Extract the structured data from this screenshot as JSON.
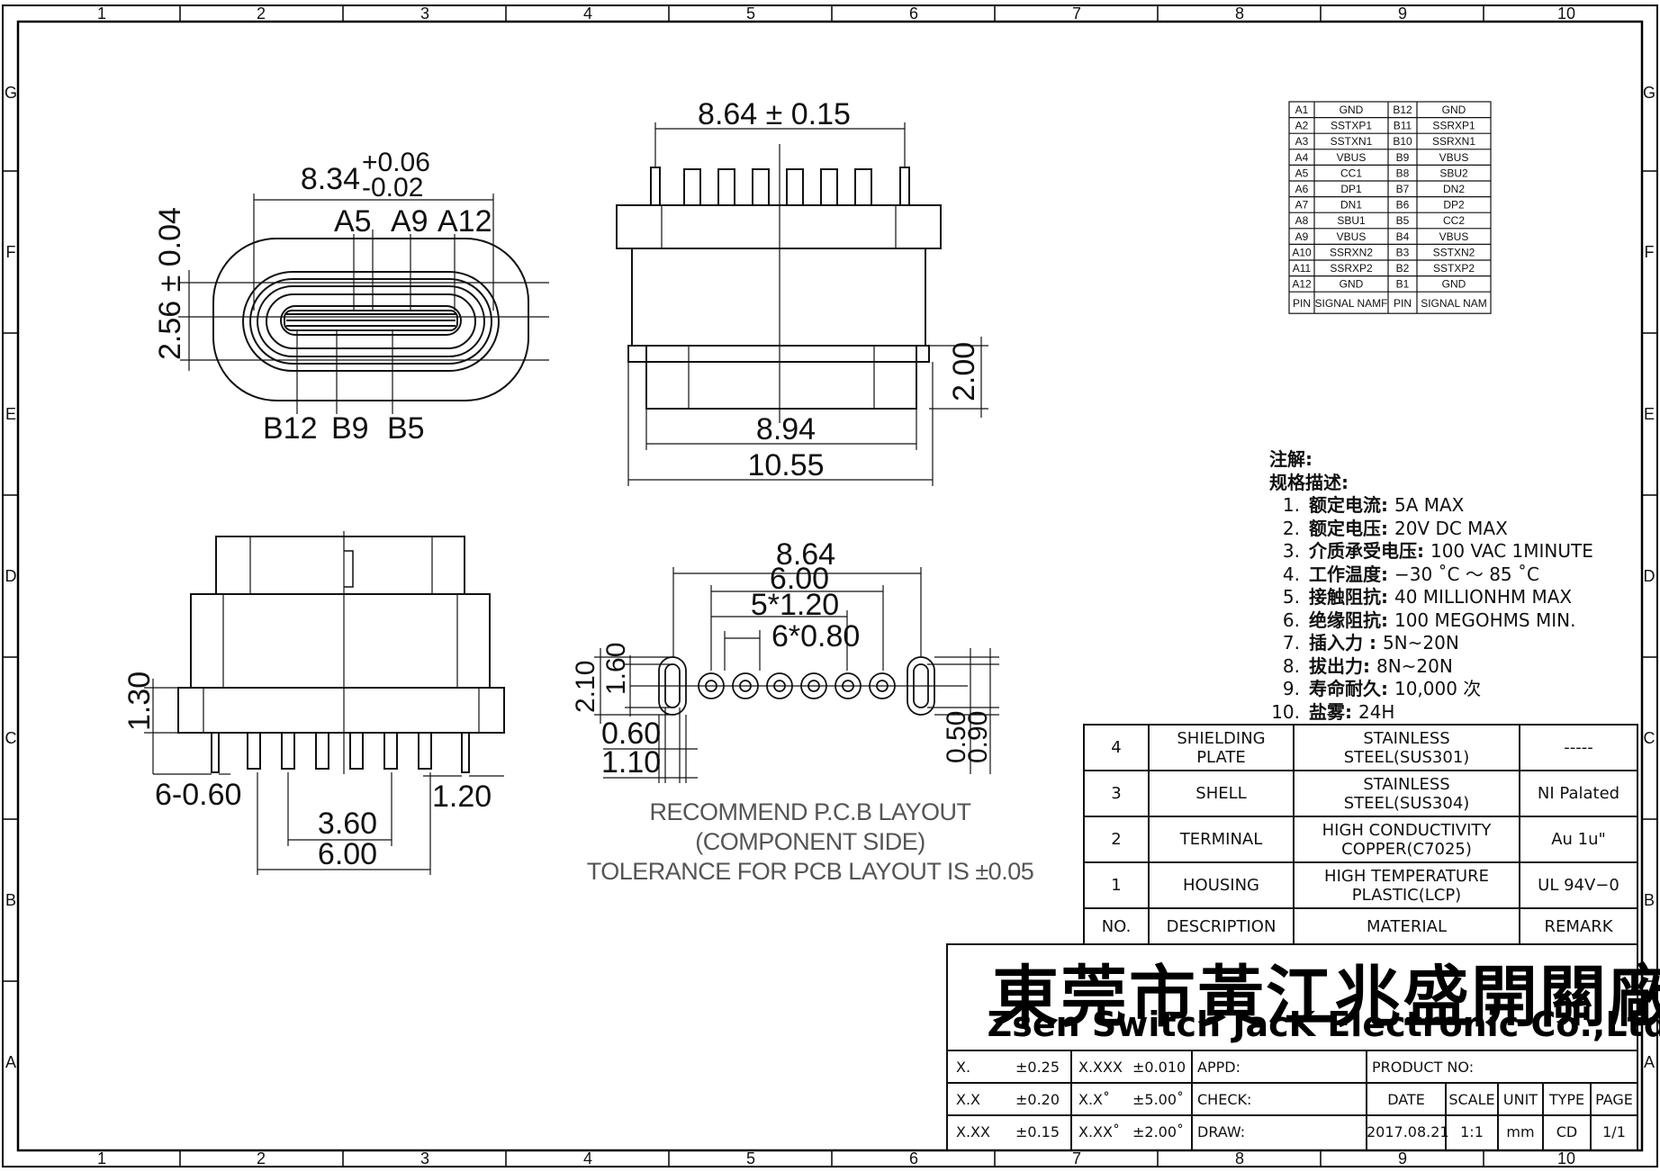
{
  "grid": {
    "columns": [
      "1",
      "2",
      "3",
      "4",
      "5",
      "6",
      "7",
      "8",
      "9",
      "10"
    ],
    "rows": [
      "G",
      "F",
      "E",
      "D",
      "C",
      "B",
      "A"
    ]
  },
  "front_view": {
    "width_dim": "8.34",
    "width_tol_upper": "+0.06",
    "width_tol_lower": "-0.02",
    "height_dim": "2.56 ± 0.04",
    "pins_top": [
      "A5",
      "A9",
      "A12"
    ],
    "pins_bottom": [
      "B12",
      "B9",
      "B5"
    ]
  },
  "top_view": {
    "dim_top": "8.64 ± 0.15",
    "dim_height": "2.00",
    "dim_inner": "8.94",
    "dim_outer": "10.55"
  },
  "side_view": {
    "dim_130": "1.30",
    "dim_pins": "6-0.60",
    "dim_120": "1.20",
    "dim_360": "3.60",
    "dim_600": "6.00"
  },
  "pcb_layout": {
    "dim_864": "8.64",
    "dim_600": "6.00",
    "dim_5x120": "5*1.20",
    "dim_6x080": "6*0.80",
    "dim_210": "2.10",
    "dim_160": "1.60",
    "dim_060": "0.60",
    "dim_110": "1.10",
    "dim_050": "0.50",
    "dim_090": "0.90",
    "caption": [
      "RECOMMEND P.C.B LAYOUT",
      "(COMPONENT SIDE)",
      "TOLERANCE FOR PCB LAYOUT IS ±0.05"
    ]
  },
  "pin_table": {
    "rows": [
      [
        "A1",
        "GND",
        "B12",
        "GND"
      ],
      [
        "A2",
        "SSTXP1",
        "B11",
        "SSRXP1"
      ],
      [
        "A3",
        "SSTXN1",
        "B10",
        "SSRXN1"
      ],
      [
        "A4",
        "VBUS",
        "B9",
        "VBUS"
      ],
      [
        "A5",
        "CC1",
        "B8",
        "SBU2"
      ],
      [
        "A6",
        "DP1",
        "B7",
        "DN2"
      ],
      [
        "A7",
        "DN1",
        "B6",
        "DP2"
      ],
      [
        "A8",
        "SBU1",
        "B5",
        "CC2"
      ],
      [
        "A9",
        "VBUS",
        "B4",
        "VBUS"
      ],
      [
        "A10",
        "SSRXN2",
        "B3",
        "SSTXN2"
      ],
      [
        "A11",
        "SSRXP2",
        "B2",
        "SSTXP2"
      ],
      [
        "A12",
        "GND",
        "B1",
        "GND"
      ]
    ],
    "footer": [
      "PIN",
      "SIGNAL NAMF",
      "PIN",
      "SIGNAL NAM"
    ]
  },
  "notes": {
    "title1": "注解:",
    "title2": "规格描述:",
    "items": [
      {
        "n": "1.",
        "k": "额定电流:",
        "v": "5A  MAX"
      },
      {
        "n": "2.",
        "k": "额定电压:",
        "v": "20V  DC  MAX"
      },
      {
        "n": "3.",
        "k": "介质承受电压:",
        "v": "100  VAC  1MINUTE"
      },
      {
        "n": "4.",
        "k": "工作温度:",
        "v": "−30  ˚C  ～  85  ˚C"
      },
      {
        "n": "5.",
        "k": "接触阻抗:",
        "v": "40  MILLIONHM  MAX"
      },
      {
        "n": "6.",
        "k": "绝缘阻抗:",
        "v": "100  MEGOHMS  MIN."
      },
      {
        "n": "7.",
        "k": "插入力 :",
        "v": "5N~20N"
      },
      {
        "n": "8.",
        "k": "拔出力:",
        "v": "8N~20N"
      },
      {
        "n": "9.",
        "k": "寿命耐久:",
        "v": "   10,000  次"
      },
      {
        "n": "10.",
        "k": "盐雾:",
        "v": "24H"
      }
    ]
  },
  "bom": {
    "rows": [
      {
        "no": "4",
        "desc": "SHIELDING PLATE",
        "material": "STAINLESS STEEL(SUS301)",
        "remark": "-----"
      },
      {
        "no": "3",
        "desc": "SHELL",
        "material": "STAINLESS STEEL(SUS304)",
        "remark": "NI Palated"
      },
      {
        "no": "2",
        "desc": "TERMINAL",
        "material": "HIGH  CONDUCTIVITY COPPER(C7025)",
        "remark": "Au  1u\""
      },
      {
        "no": "1",
        "desc": "HOUSING",
        "material": "HIGH  TEMPERATURE PLASTIC(LCP)",
        "remark": "UL  94V−0"
      }
    ],
    "header": {
      "no": "NO.",
      "desc": "DESCRIPTION",
      "material": "MATERIAL",
      "remark": "REMARK"
    }
  },
  "company": {
    "name_cn": "東莞市黃江兆盛開關廠",
    "name_en": "Zsen Switch JacK  Electronic Co.,Ltd."
  },
  "title_block": {
    "tol": [
      {
        "a": "X.",
        "b": "±0.25",
        "c": "X.XXX",
        "d": "±0.010"
      },
      {
        "a": "X.X",
        "b": "±0.20",
        "c": "X.X˚",
        "d": "±5.00˚"
      },
      {
        "a": "X.XX",
        "b": "±0.15",
        "c": "X.XX˚",
        "d": "±2.00˚"
      }
    ],
    "appd": "APPD:",
    "check": "CHECK:",
    "draw": "DRAW:",
    "product_no": "PRODUCT NO:",
    "headers": [
      "DATE",
      "SCALE",
      "UNIT",
      "TYPE",
      "PAGE"
    ],
    "values": [
      "2017.08.21",
      "1:1",
      "mm",
      "CD",
      "1/1"
    ]
  }
}
